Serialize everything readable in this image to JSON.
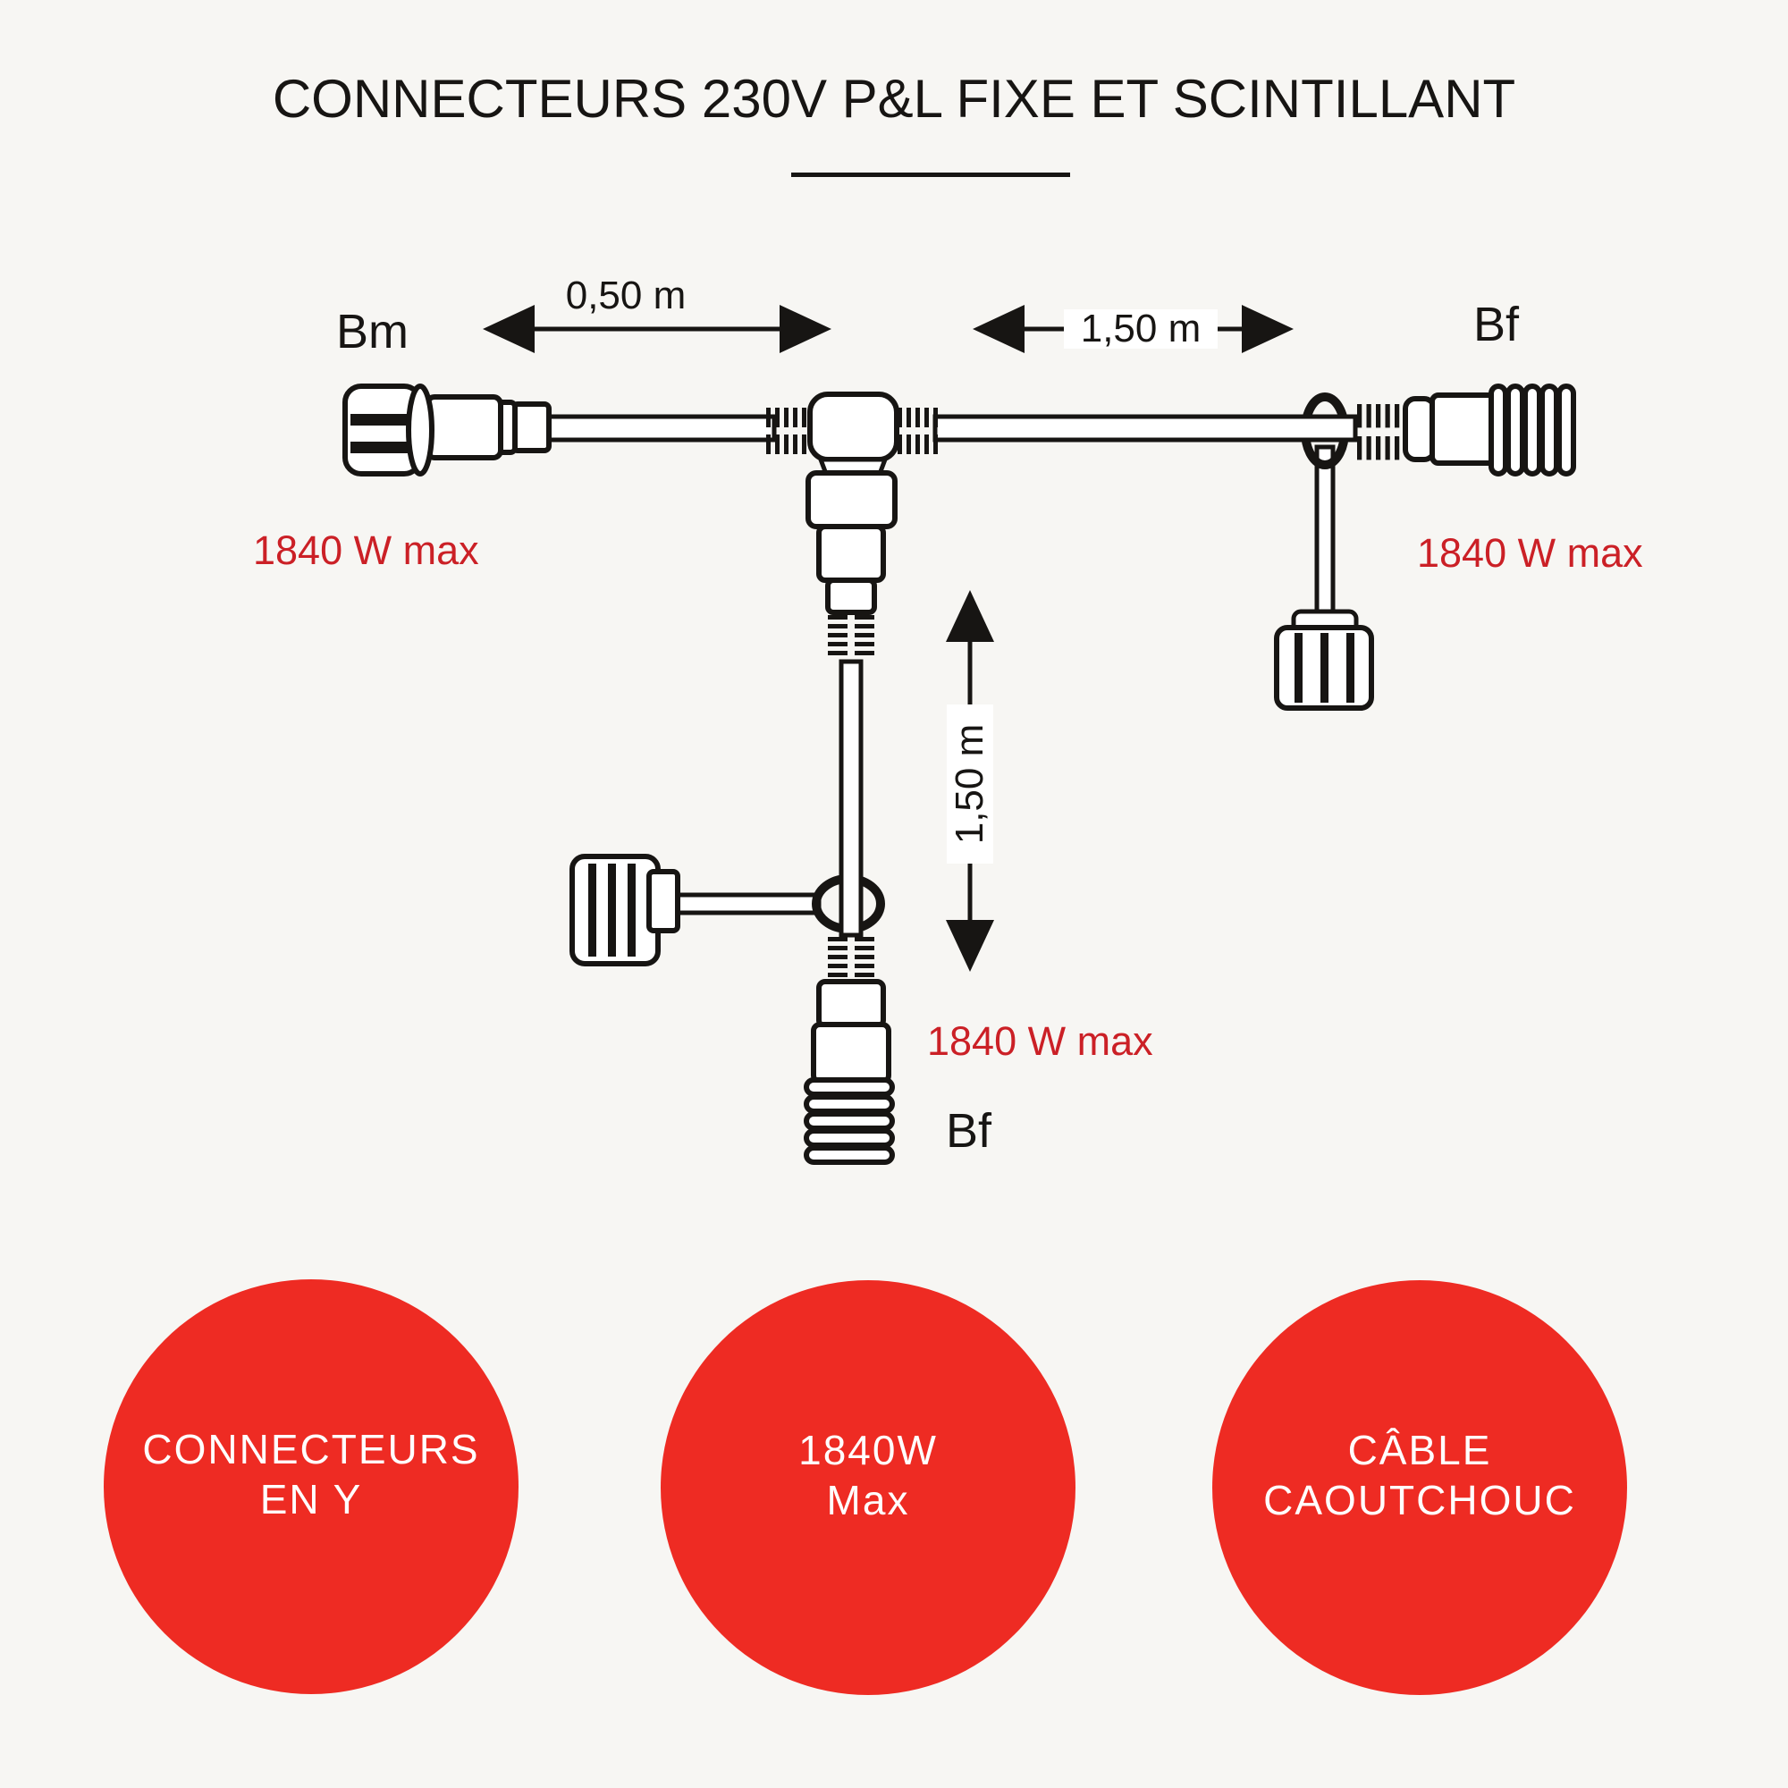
{
  "title": "CONNECTEURS 230V P&L FIXE ET SCINTILLANT",
  "diagram": {
    "label_bm": "Bm",
    "label_bf_right": "Bf",
    "label_bf_bottom": "Bf",
    "dim_left_segment": "0,50 m",
    "dim_right_segment": "1,50 m",
    "dim_drop_segment": "1,50 m",
    "power_left": "1840 W max",
    "power_right": "1840 W max",
    "power_bottom": "1840 W max"
  },
  "badges": [
    {
      "line1": "CONNECTEURS",
      "line2": "EN Y"
    },
    {
      "line1": "1840W",
      "line2": "Max"
    },
    {
      "line1": "CÂBLE",
      "line2": "CAOUTCHOUC"
    }
  ],
  "colors": {
    "ink": "#171513",
    "bg": "#f7f6f3",
    "badge_red": "#ee2b23",
    "text_red": "#cb2026"
  }
}
